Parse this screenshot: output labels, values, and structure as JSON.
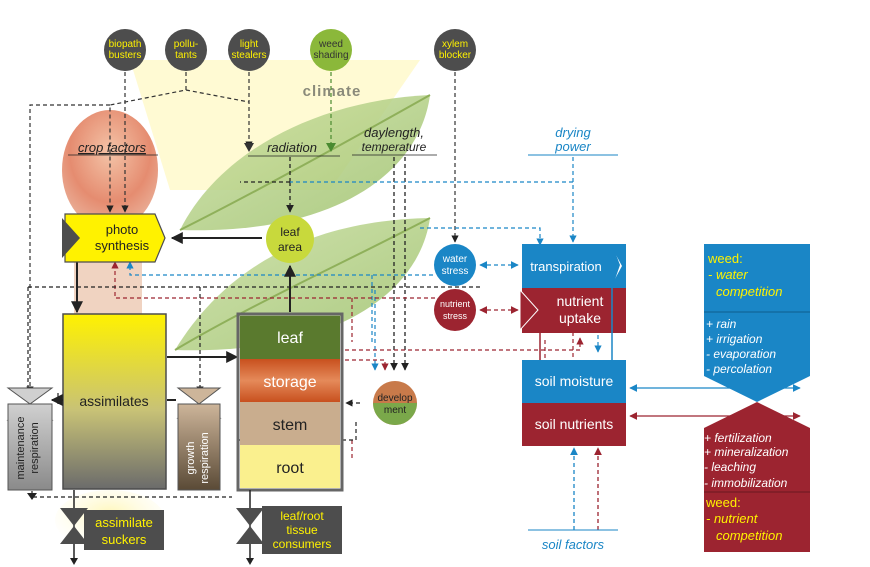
{
  "factors": {
    "biopath": [
      "biopath",
      "busters"
    ],
    "pollutants": [
      "pollu-",
      "tants"
    ],
    "light": [
      "light",
      "stealers"
    ],
    "weed_shading": [
      "weed",
      "shading"
    ],
    "xylem": [
      "xylem",
      "blocker"
    ]
  },
  "labels": {
    "climate": "climate",
    "crop_factors": "crop factors",
    "radiation": "radiation",
    "daylength": [
      "daylength,",
      "temperature"
    ],
    "drying_power": [
      "drying",
      "power"
    ],
    "soil_factors": "soil factors"
  },
  "nodes": {
    "photo": [
      "photo",
      "synthesis"
    ],
    "leaf_area": [
      "leaf",
      "area"
    ],
    "water_stress": [
      "water",
      "stress"
    ],
    "nutrient_stress": [
      "nutrient",
      "stress"
    ],
    "transpiration": "transpiration",
    "nutrient_uptake": [
      "nutrient",
      "uptake"
    ],
    "assimilates": "assimilates",
    "organs": [
      "leaf",
      "storage",
      "stem",
      "root"
    ],
    "development": [
      "develop",
      "ment"
    ],
    "maintenance": [
      "maintenance",
      "respiration"
    ],
    "growth": [
      "growth",
      "respiration"
    ],
    "soil_moisture": "soil moisture",
    "soil_nutrients": "soil nutrients",
    "assimilate_suckers": [
      "assimilate",
      "suckers"
    ],
    "consumers": [
      "leaf/root",
      "tissue",
      "consumers"
    ]
  },
  "side_panel": {
    "water_head": "weed:",
    "water_sub": [
      "- water",
      "competition"
    ],
    "water_items": [
      "+ rain",
      "+ irrigation",
      "- evaporation",
      "- percolation"
    ],
    "nutr_items": [
      "+ fertilization",
      "+ mineralization",
      "- leaching",
      "- immobilization"
    ],
    "nutr_head": "weed:",
    "nutr_sub": [
      "- nutrient",
      "competition"
    ]
  },
  "colors": {
    "blue": "#1a86c6",
    "red": "#9c2430",
    "yellow": "#fff200",
    "dark": "#4d4d4d",
    "leaf_green": "#5a7a2e",
    "storage_orange": "#d4622a",
    "stem_tan": "#c9ad8e",
    "root_yellow": "#faf08e"
  }
}
